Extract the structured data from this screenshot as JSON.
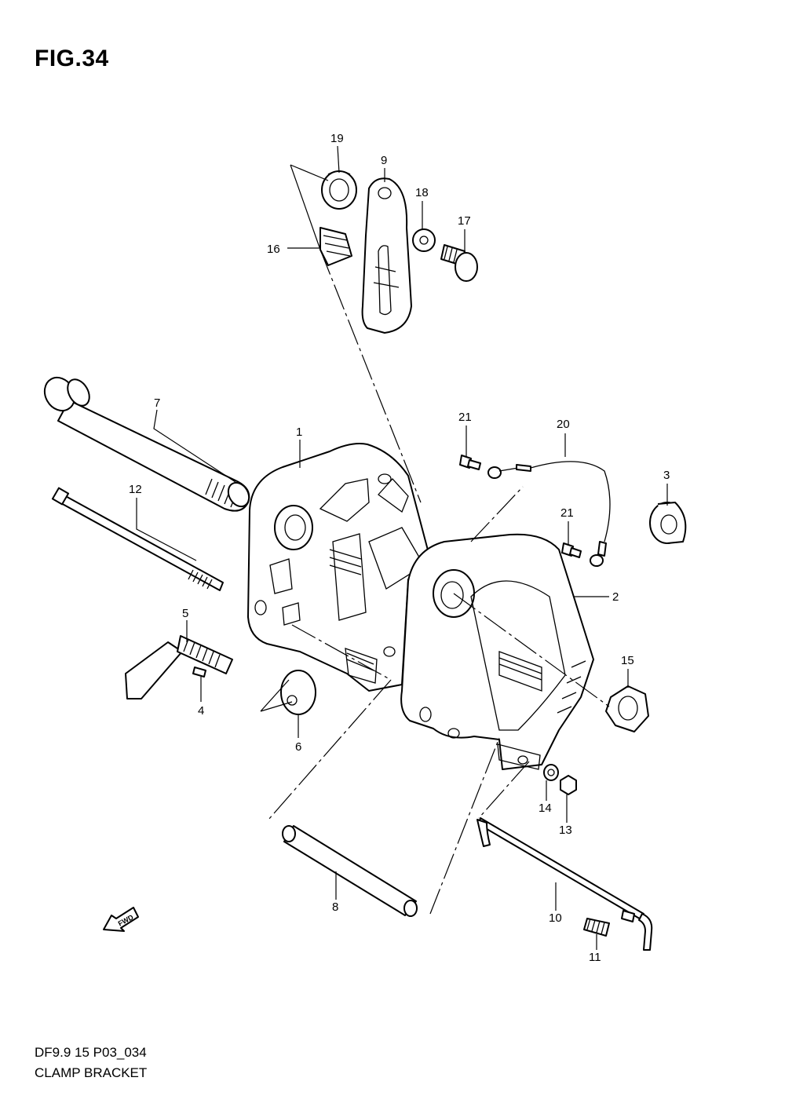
{
  "figure": {
    "title": "FIG.34",
    "model_code": "DF9.9 15 P03_034",
    "caption": "CLAMP BRACKET",
    "direction_badge": "FWD"
  },
  "callouts": [
    {
      "id": "c1",
      "label": "1"
    },
    {
      "id": "c2",
      "label": "2"
    },
    {
      "id": "c3",
      "label": "3"
    },
    {
      "id": "c4",
      "label": "4"
    },
    {
      "id": "c5",
      "label": "5"
    },
    {
      "id": "c6",
      "label": "6"
    },
    {
      "id": "c7",
      "label": "7"
    },
    {
      "id": "c8",
      "label": "8"
    },
    {
      "id": "c9",
      "label": "9"
    },
    {
      "id": "c10",
      "label": "10"
    },
    {
      "id": "c11",
      "label": "11"
    },
    {
      "id": "c12",
      "label": "12"
    },
    {
      "id": "c13",
      "label": "13"
    },
    {
      "id": "c14",
      "label": "14"
    },
    {
      "id": "c15",
      "label": "15"
    },
    {
      "id": "c16",
      "label": "16"
    },
    {
      "id": "c17",
      "label": "17"
    },
    {
      "id": "c18",
      "label": "18"
    },
    {
      "id": "c19",
      "label": "19"
    },
    {
      "id": "c20",
      "label": "20"
    },
    {
      "id": "c21a",
      "label": "21"
    },
    {
      "id": "c21b",
      "label": "21"
    }
  ]
}
